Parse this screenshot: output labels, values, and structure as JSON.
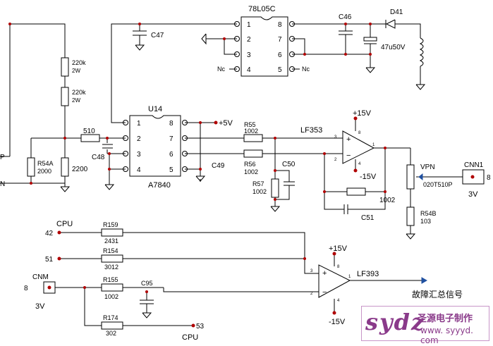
{
  "colors": {
    "wire": "#000000",
    "dot": "#b00000",
    "arrow": "#2050a0",
    "watermark": "#8a3a8a"
  },
  "chips": {
    "reg": {
      "name": "78L05C",
      "pins_left": [
        "1",
        "2",
        "3",
        "4"
      ],
      "pins_right": [
        "8",
        "7",
        "6",
        "5"
      ],
      "nc_left": "Nc",
      "nc_right": "Nc"
    },
    "u14": {
      "name": "U14",
      "part": "A7840",
      "pins_left": [
        "1",
        "2",
        "3",
        "4"
      ],
      "pins_right": [
        "8",
        "7",
        "6",
        "5"
      ]
    },
    "lf353": {
      "name": "LF353",
      "pin_plus": "3",
      "pin_minus": "2",
      "pin_out": "1",
      "pin_top": "8",
      "pin_bot": "4"
    },
    "lf393": {
      "name": "LF393",
      "pin_plus": "3",
      "pin_minus": "2",
      "pin_out": "1",
      "pin_top": "8",
      "pin_bot": "4"
    }
  },
  "supplies": {
    "p5v": "+5V",
    "p15a": "+15V",
    "m15a": "-15V",
    "p15b": "+15V",
    "m15b": "-15V"
  },
  "components": {
    "C47": "C47",
    "C46": "C46",
    "D41": "D41",
    "ecap": "47u50V",
    "r220a": "220k",
    "r220a_w": "2W",
    "r220b": "220k",
    "r220b_w": "2W",
    "r510": "510",
    "R54A": "R54A",
    "R54A_v": "2000",
    "r2200": "2200",
    "C48": "C48",
    "C49": "C49",
    "R55": "R55",
    "R55_v": "1002",
    "R56": "R56",
    "R56_v": "1002",
    "R57": "R57",
    "R57_v": "1002",
    "C50": "C50",
    "C51": "C51",
    "r1002fb": "1002",
    "VPN": "VPN",
    "pot": "020T510P",
    "R54B": "R54B",
    "R54B_v": "103",
    "R159": "R159",
    "R159_v": "2431",
    "R154": "R154",
    "R154_v": "3012",
    "R155": "R155",
    "R155_v": "1002",
    "C95": "C95",
    "R174": "R174",
    "R174_v": "302"
  },
  "connectors": {
    "cnn1": "CNN1",
    "cnn1_pin": "8",
    "cnn1_v": "3V",
    "cnm": "CNM",
    "cnm_pin": "8",
    "cnm_v": "3V",
    "cpu_top": "CPU",
    "cpu_bot": "CPU",
    "n42": "42",
    "n51": "51",
    "n53": "53",
    "left_p": "P",
    "left_n": "N"
  },
  "output_signal": "故障汇总信号",
  "watermark": {
    "logo": "sydz",
    "cn": "圣源电子制作",
    "url": "www. syyyd. com"
  }
}
